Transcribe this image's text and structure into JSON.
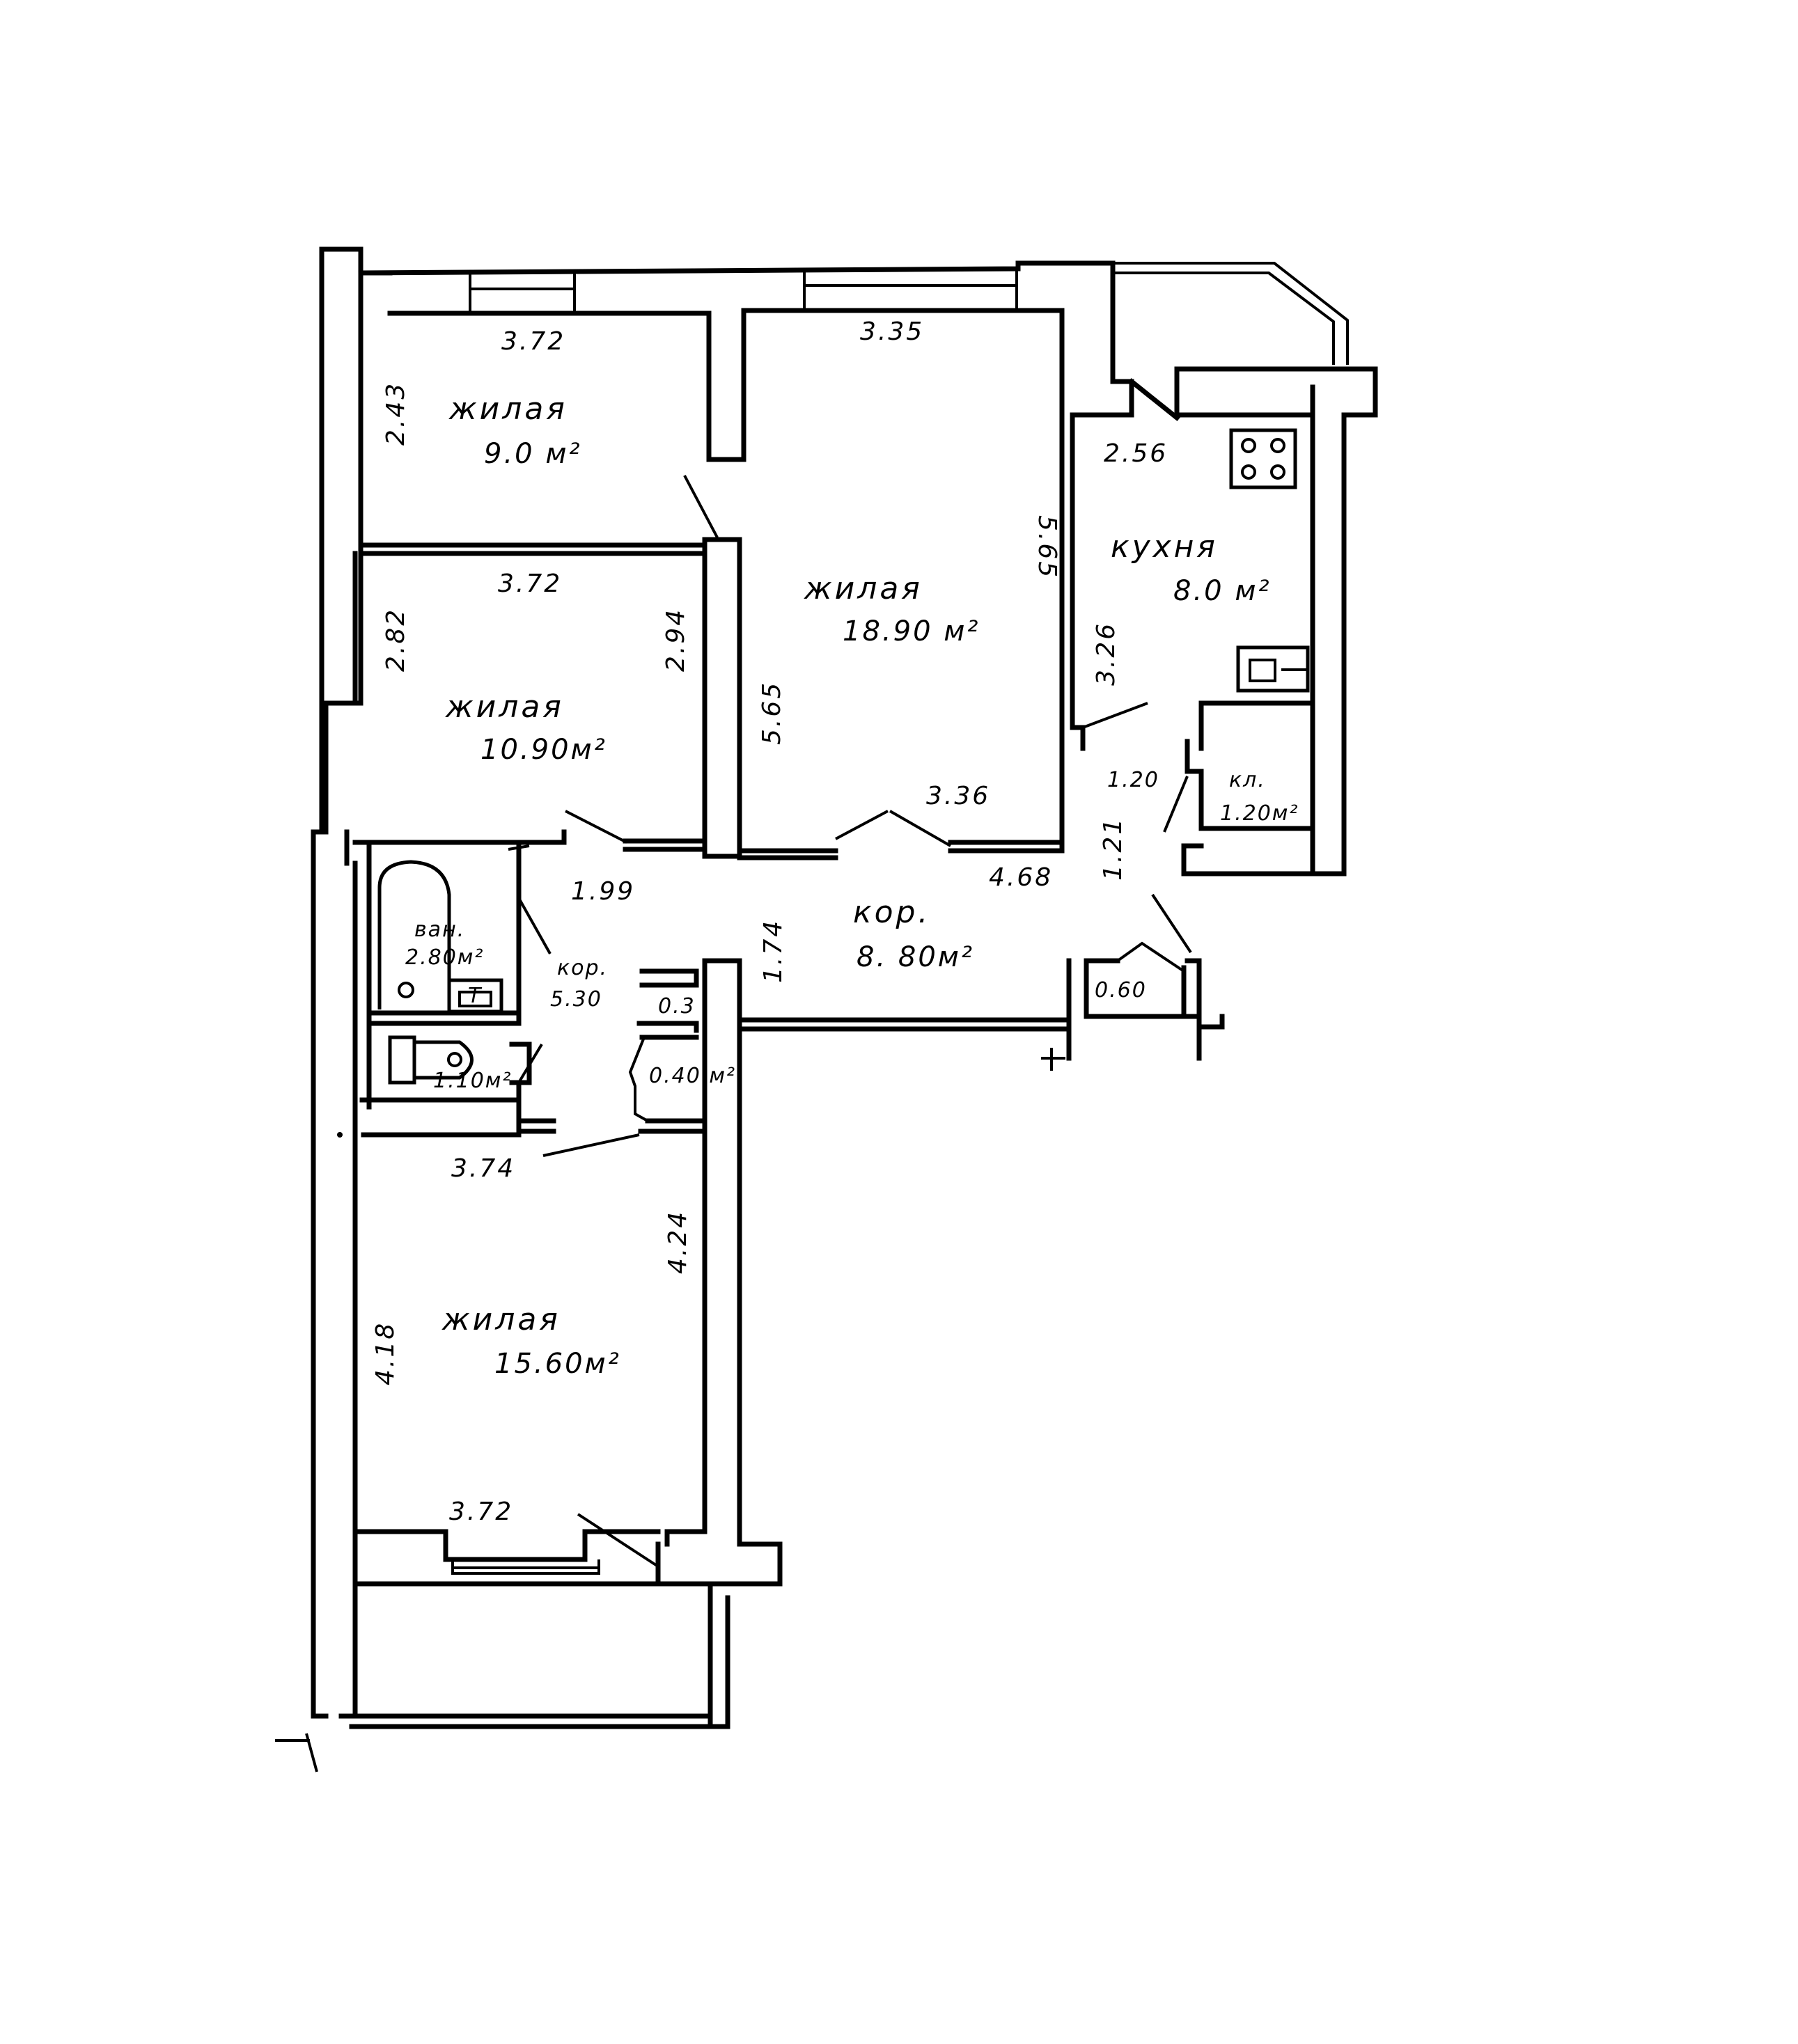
{
  "rooms": {
    "bedroom_top_left": {
      "name": "жилая",
      "area": "9.0 м²",
      "dim_top": "3.72",
      "dim_side": "2.43"
    },
    "bedroom_mid_left": {
      "name": "жилая",
      "area": "10.90м²",
      "dim_top": "3.72",
      "dim_left": "2.82",
      "dim_right": "2.94"
    },
    "living_room": {
      "name": "жилая",
      "area": "18.90 м²",
      "dim_top": "3.35",
      "dim_right": "5.65",
      "dim_left": "5.65",
      "dim_bottom": "3.36"
    },
    "kitchen": {
      "name": "кухня",
      "area": "8.0 м²",
      "dim_top": "2.56",
      "dim_side": "3.26"
    },
    "pantry": {
      "name": "кл.",
      "area": "1.20м²",
      "dim": "1.20"
    },
    "corridor_main": {
      "name": "кор.",
      "area": "8. 80м²",
      "dim_a": "4.68",
      "dim_b": "1.21",
      "dim_c": "1.74"
    },
    "corridor_small": {
      "name": "кор.",
      "area": "5.30",
      "dim": "1.99"
    },
    "bathroom": {
      "name": "ван.",
      "area": "2.80м²"
    },
    "wc": {
      "area": "1.10м²"
    },
    "closet_a": {
      "area": "0.3"
    },
    "closet_b": {
      "area": "0.40 м²"
    },
    "closet_c": {
      "area": "0.60"
    },
    "bedroom_bottom": {
      "name": "жилая",
      "area": "15.60м²",
      "dim_top": "3.74",
      "dim_right": "4.24",
      "dim_left": "4.18",
      "dim_bottom": "3.72"
    }
  },
  "symbols": {
    "toilet_letter": "Т"
  }
}
